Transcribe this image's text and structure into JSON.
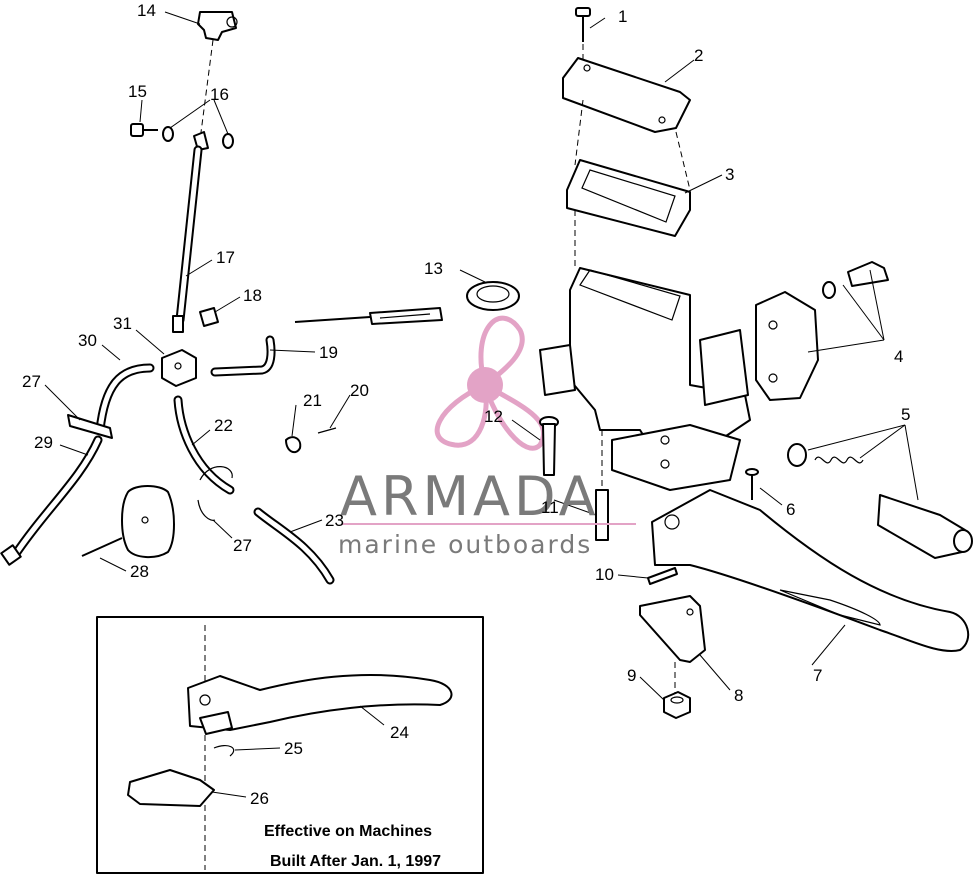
{
  "diagram": {
    "callouts": [
      "1",
      "2",
      "3",
      "4",
      "5",
      "6",
      "7",
      "8",
      "9",
      "10",
      "11",
      "12",
      "13",
      "14",
      "15",
      "16",
      "17",
      "18",
      "19",
      "20",
      "21",
      "22",
      "23",
      "24",
      "25",
      "26",
      "27",
      "27",
      "28",
      "29",
      "30",
      "31"
    ],
    "inset_note": {
      "line1": "Effective on Machines",
      "line2": "Built After Jan. 1, 1997"
    }
  },
  "watermark": {
    "brand": "ARMADA",
    "tagline": "marine outboards",
    "colors": {
      "logo_pink": "#e3a3c6",
      "text_gray": "#7a7a7a"
    }
  }
}
